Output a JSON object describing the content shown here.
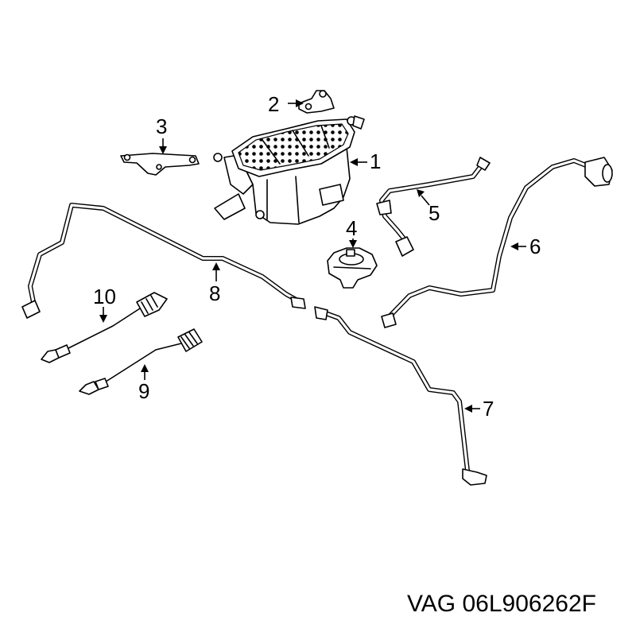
{
  "diagram": {
    "callouts": [
      "1",
      "2",
      "3",
      "4",
      "5",
      "6",
      "7",
      "8",
      "9",
      "10"
    ],
    "part_code": "VAG 06L906262F"
  }
}
